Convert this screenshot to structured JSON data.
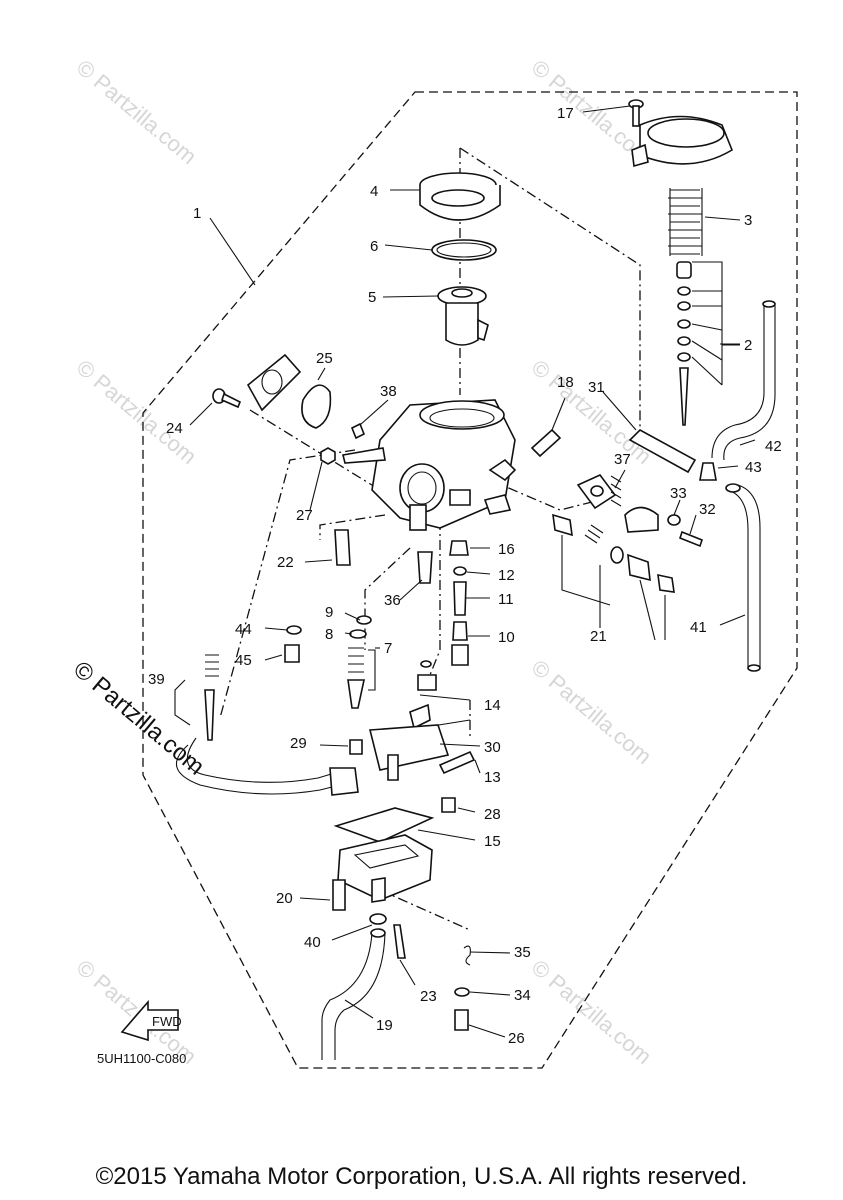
{
  "diagram": {
    "part_labels": [
      "1",
      "2",
      "3",
      "4",
      "5",
      "6",
      "7",
      "8",
      "9",
      "10",
      "11",
      "12",
      "13",
      "14",
      "15",
      "16",
      "17",
      "18",
      "19",
      "20",
      "21",
      "22",
      "23",
      "24",
      "25",
      "26",
      "27",
      "28",
      "29",
      "30",
      "31",
      "32",
      "33",
      "34",
      "35",
      "36",
      "37",
      "38",
      "39",
      "40",
      "41",
      "42",
      "43",
      "44",
      "45"
    ],
    "drawing_code": "5UH1100-C080",
    "fwd_label": "FWD",
    "watermark": "© Partzilla.com"
  },
  "footer": {
    "copyright": "©2015 Yamaha Motor Corporation, U.S.A. All rights reserved."
  }
}
